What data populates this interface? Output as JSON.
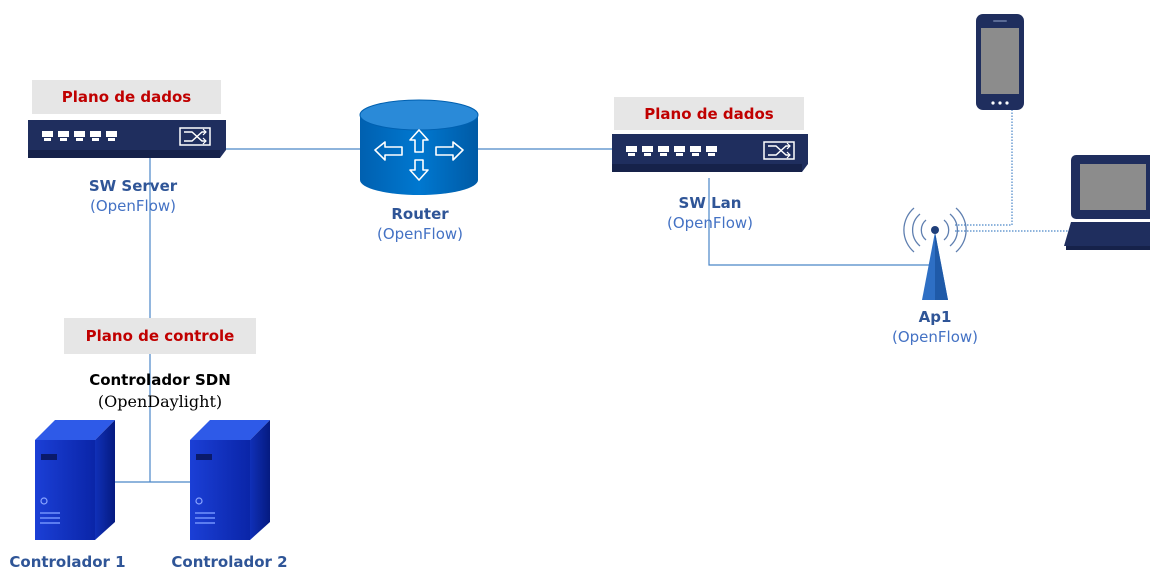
{
  "left_panel": {
    "data_plane_label": "Plano de dados",
    "control_plane_label": "Plano de controle",
    "controller_title": "Controlador SDN",
    "controller_subtitle": "(OpenDaylight)",
    "controller1_label": "Controlador 1",
    "controller2_label": "Controlador 2"
  },
  "sw_server": {
    "name": "SW Server",
    "protocol": "(OpenFlow)"
  },
  "router": {
    "name": "Router",
    "protocol": "(OpenFlow)"
  },
  "sw_lan": {
    "band_label": "Plano de dados",
    "name": "SW Lan",
    "protocol": "(OpenFlow)"
  },
  "ap1": {
    "name": "Ap1",
    "protocol": "(OpenFlow)"
  },
  "colors": {
    "band_text": "#c00000",
    "device_navy": "#1f2e5e",
    "device_blue": "#0070c0",
    "link_blue": "#4a86c8",
    "label_blue": "#2f5597",
    "device_gray": "#8c8c8c"
  },
  "icons": [
    "switch-icon",
    "router-icon",
    "server-icon",
    "antenna-icon",
    "phone-icon",
    "laptop-icon"
  ]
}
